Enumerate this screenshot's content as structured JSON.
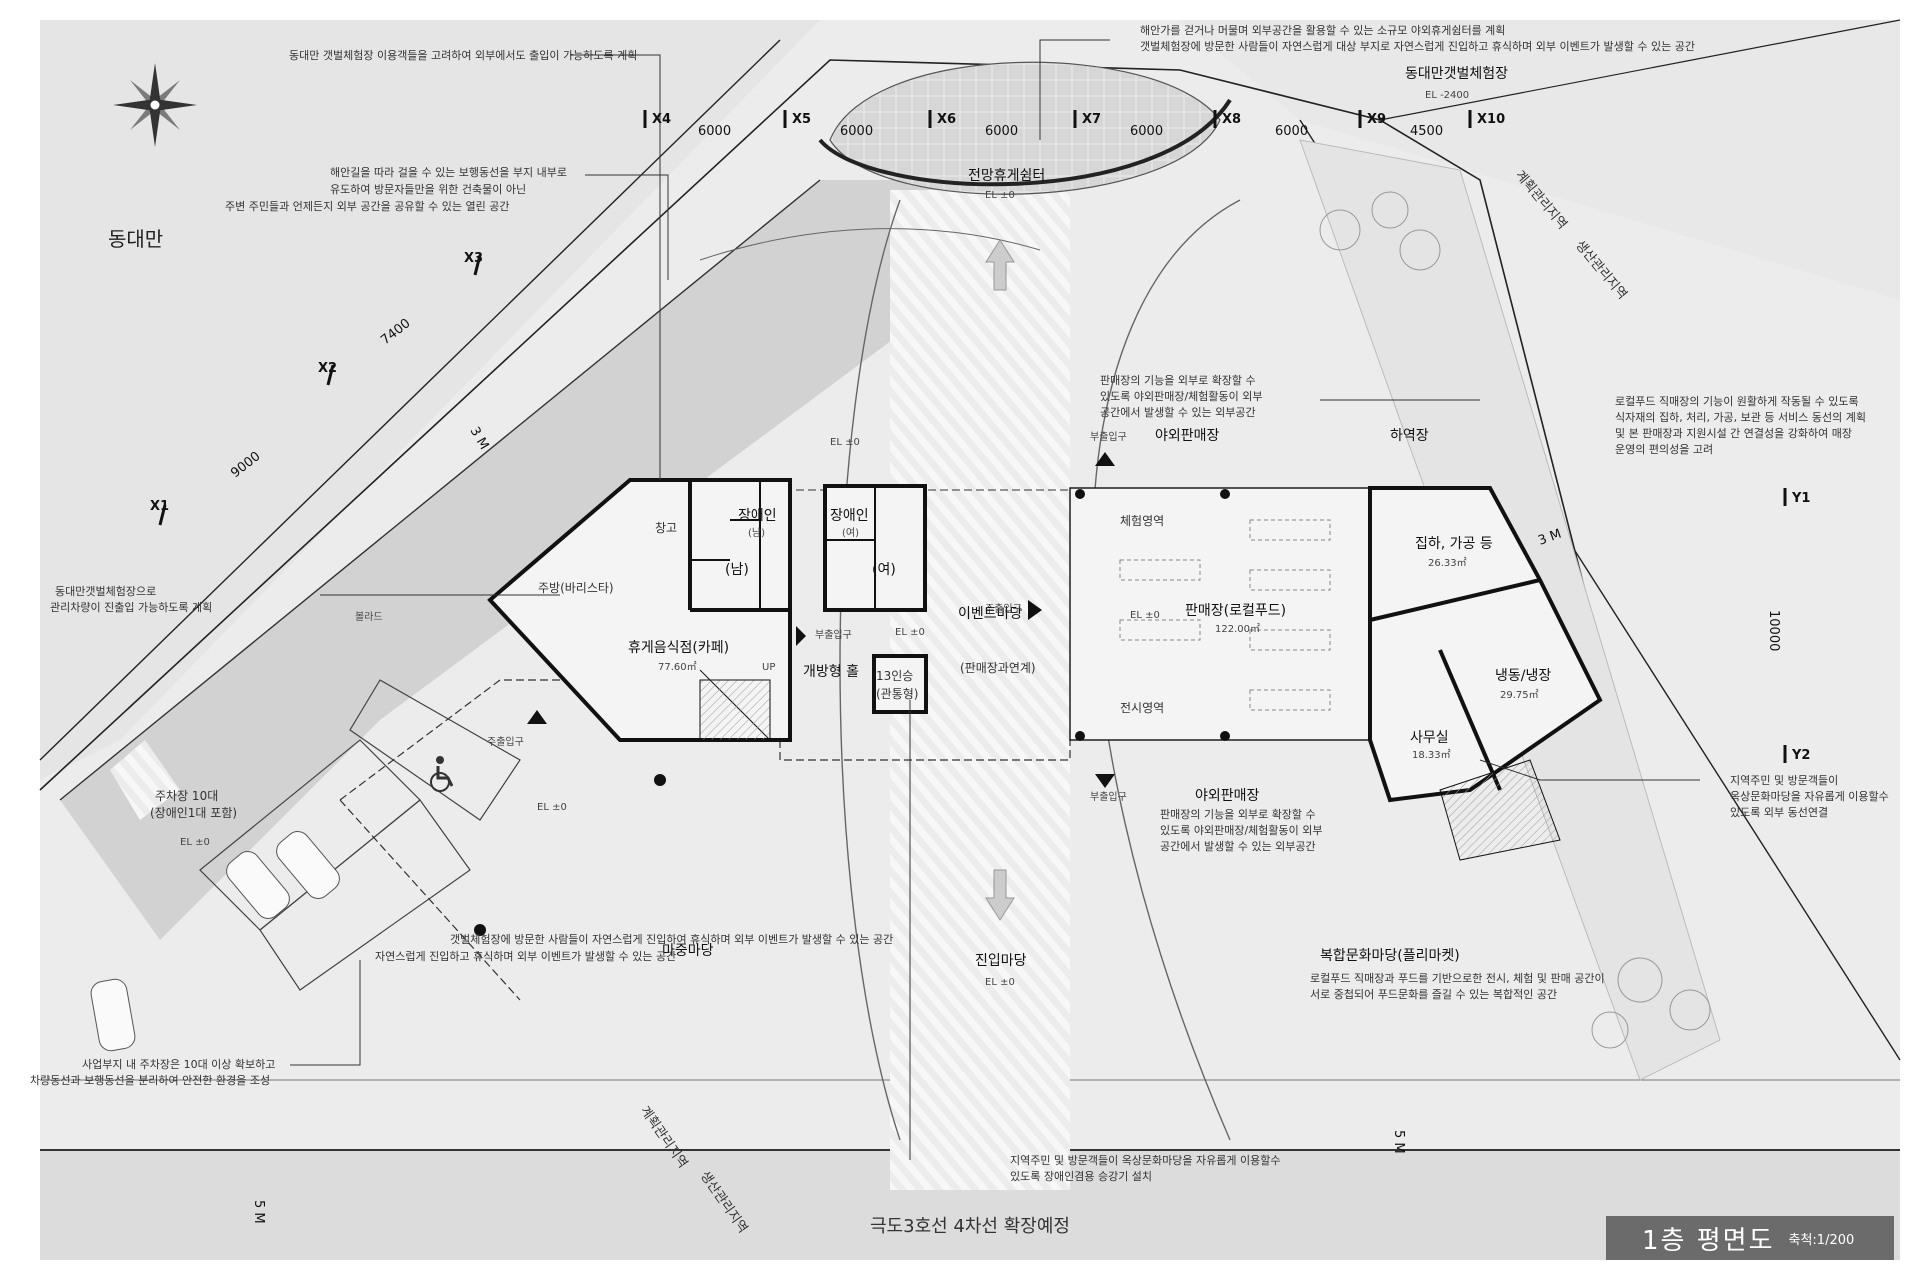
{
  "drawing": {
    "title": "1층 평면도",
    "scale": "축척:1/200"
  },
  "site": {
    "bay": "동대만",
    "road": "극도3호선 4차선 확장예정",
    "zone_plan": "계획관리지역",
    "zone_prod": "생산관리지역",
    "mudflat": "동대만갯벌체험장",
    "mudflat_el": "EL -2400",
    "bollard": "볼라드"
  },
  "grid": {
    "x_labels": [
      "X1",
      "X2",
      "X3",
      "X4",
      "X5",
      "X6",
      "X7",
      "X8",
      "X9",
      "X10"
    ],
    "y_labels": [
      "Y1",
      "Y2"
    ],
    "dims": [
      "6000",
      "6000",
      "6000",
      "6000",
      "6000",
      "4500",
      "7400",
      "9000",
      "10000"
    ],
    "buffer": "3 M",
    "buffer_5m": "5 M"
  },
  "spaces": {
    "shelter": "전망휴게쉼터",
    "el0": "EL ±0",
    "event": "이벤트마당",
    "event_sub": "(판매장과연계)",
    "entry_yard": "진입마당",
    "gathering": "마중마당",
    "culture": "복합문화마당(플리마켓)",
    "outdoor_market": "야외판매장",
    "loading": "하역장",
    "parking": "주차장 10대",
    "parking_sub": "(장애인1대 포함)",
    "open_hall": "개방형 홀",
    "elevator": "13인승",
    "elevator_sub": "(관통형)"
  },
  "rooms": {
    "cafe": "휴게음식점(카페)",
    "cafe_area": "77.60㎡",
    "kitchen": "주방(바리스타)",
    "storage": "창고",
    "disabled": "장애인",
    "male_sub": "(남)",
    "female_sub": "(여)",
    "male": "(남)",
    "female": "(여)",
    "shop": "판매장(로컬푸드)",
    "shop_area": "122.00㎡",
    "experience": "체험영역",
    "display": "전시영역",
    "processing": "집하, 가공 등",
    "processing_area": "26.33㎡",
    "freezer": "냉동/냉장",
    "freezer_area": "29.75㎡",
    "office": "사무실",
    "office_area": "18.33㎡",
    "up": "UP"
  },
  "entrances": {
    "main": "주출입구",
    "sub": "부출입구"
  },
  "notes": {
    "n1": "동대만 갯벌체험장 이용객들을 고려하여 외부에서도 출입이 가능하도록 계획",
    "n2a": "해안가를 걷거나 머물며 외부공간을 활용할 수 있는 소규모 야외휴게쉼터를 계획",
    "n2b": "갯벌체험장에 방문한 사람들이 자연스럽게 대상 부지로 자연스럽게 진입하고 휴식하며 외부 이벤트가 발생할 수 있는 공간",
    "n3a": "해안길을 따라 걸을 수 있는 보행동선을 부지 내부로",
    "n3b": "유도하여 방문자들만을 위한 건축물이 아닌",
    "n3c": "주변 주민들과 언제든지 외부 공간을 공유할 수 있는 열린 공간",
    "n4a": "판매장의 기능을 외부로 확장할 수",
    "n4b": "있도록 야외판매장/체험활동이 외부",
    "n4c": "공간에서 발생할 수 있는 외부공간",
    "n5a": "로컬푸드 직매장의 기능이 원활하게 작동될 수 있도록",
    "n5b": "식자재의 집하, 처리, 가공, 보관 등 서비스 동선의 계획",
    "n5c": "및 본 판매장과 지원시설 간 연결성을 강화하여 매장",
    "n5d": "운영의 편의성을 고려",
    "n6a": "동대만갯벌체험장으로",
    "n6b": "관리차량이 진출입 가능하도록 계획",
    "n7a": "지역주민 및 방문객들이",
    "n7b": "옥상문화마당을 자유롭게 이용할수",
    "n7c": "있도록 외부 동선연결",
    "n8a": "판매장의 기능을 외부로 확장할 수",
    "n8b": "있도록 야외판매장/체험활동이 외부",
    "n8c": "공간에서 발생할 수 있는 외부공간",
    "n9a": "갯벌체험장에 방문한 사람들이 자연스럽게 진입하여 휴식하며 외부 이벤트가 발생할 수 있는 공간",
    "n9b": "자연스럽게 진입하고 휴식하며 외부 이벤트가 발생할 수 있는 공간",
    "n10a": "로컬푸드 직매장과 푸드를 기반으로한 전시, 체험 및 판매 공간이",
    "n10b": "서로 중첩되어 푸드문화를 즐길 수 있는 복합적인 공간",
    "n11a": "사업부지 내 주차장은 10대 이상 확보하고",
    "n11b": "차량동선과 보행동선을 분리하여 안전한 환경을 조성",
    "n12a": "지역주민 및 방문객들이 옥상문화마당을 자유롭게 이용할수",
    "n12b": "있도록 장애인겸용 승강기 설치"
  },
  "colors": {
    "water": "#e4e4e4",
    "ground": "#ededed",
    "plaza": "#e2e2e2",
    "wall": "#111111",
    "title_bg": "#6b6b6b"
  }
}
